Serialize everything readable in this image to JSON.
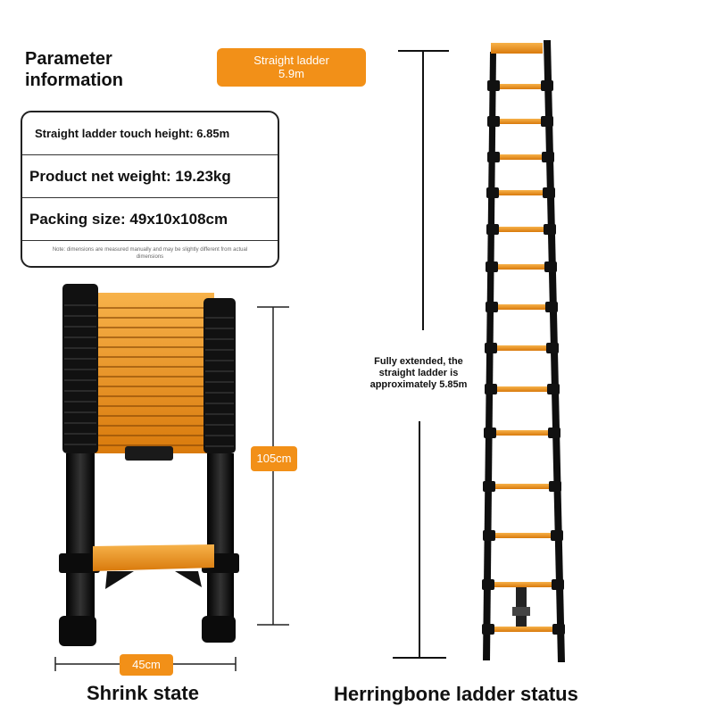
{
  "header": {
    "title": "Parameter\ninformation",
    "badge_line1": "Straight ladder",
    "badge_line2": "5.9m"
  },
  "specs": {
    "touch_height": "Straight ladder touch height: 6.85m",
    "net_weight": "Product net weight: 19.23kg",
    "packing_size": "Packing size: 49x10x108cm",
    "note": "Note: dimensions are measured manually and may be slightly different from actual dimensions"
  },
  "dimensions": {
    "height_label": "105cm",
    "width_label": "45cm"
  },
  "captions": {
    "shrink": "Shrink state",
    "herringbone": "Herringbone ladder status",
    "extended_note": "Fully extended, the\nstraight ladder is\napproximately 5.85m"
  },
  "colors": {
    "accent": "#f29018",
    "ladder_body": "#111111",
    "rung": "#e9901c"
  }
}
